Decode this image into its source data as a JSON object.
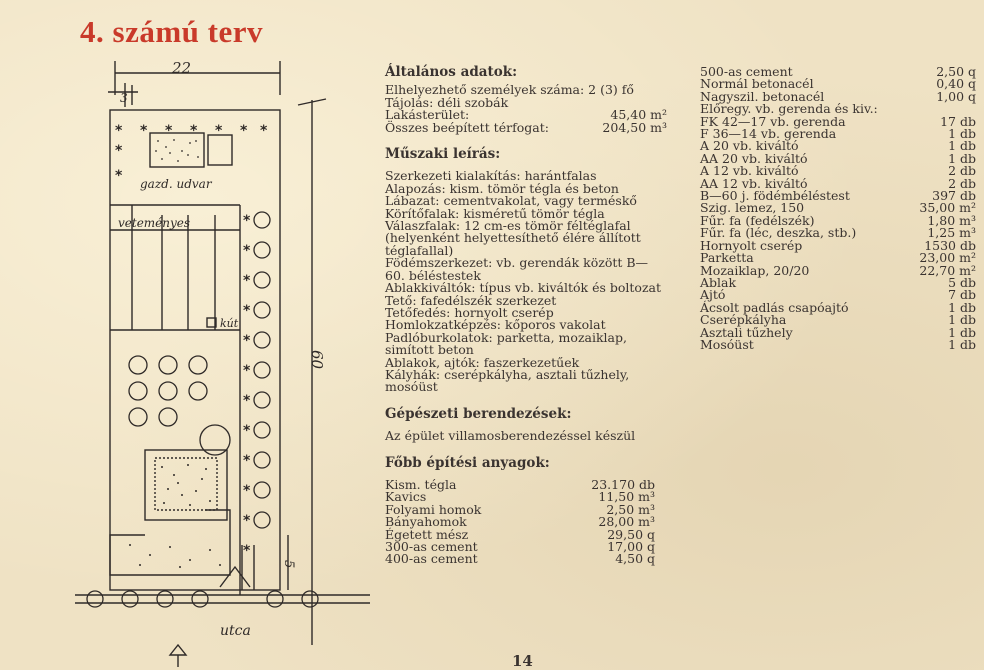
{
  "title": "4. számú terv",
  "page_number": "14",
  "plan": {
    "dim_width": "22",
    "dim_setback": "3",
    "dim_length": "60",
    "dim_front": "5",
    "label_farm_yard": "gazd. udvar",
    "label_vegetables": "veteményes",
    "label_well": "kút",
    "label_street": "utca"
  },
  "general": {
    "heading": "Általános adatok:",
    "capacity": "Elhelyezhető személyek száma: 2 (3) fő",
    "orientation": "Tájolás: déli szobák",
    "area_label": "Lakásterület:",
    "area_value": "45,40 m²",
    "volume_label": "Összes beépített térfogat:",
    "volume_value": "204,50 m³"
  },
  "technical": {
    "heading": "Műszaki leírás:",
    "items": [
      "Szerkezeti kialakítás: harántfalas",
      "Alapozás: kism. tömör tégla és beton",
      "Lábazat: cementvakolat, vagy terméskő",
      "Körítőfalak: kisméretű tömör tégla",
      "Válaszfalak: 12 cm-es tömör féltéglafal (helyenként helyettesíthető élére állított téglafallal)",
      "Födémszerkezet: vb. gerendák között B—60. béléstestek",
      "Ablakkiváltók: típus vb. kiváltók és boltozat",
      "Tető: fafedélszék szerkezet",
      "Tetőfedés: hornyolt cserép",
      "Homlokzatképzés: kőporos vakolat",
      "Padlóburkolatok: parketta, mozaiklap, simított beton",
      "Ablakok, ajtók: faszerkezetűek",
      "Kályhák: cserépkályha, asztali tűzhely, mosóüst"
    ]
  },
  "mechanical": {
    "heading": "Gépészeti berendezések:",
    "text": "Az épület villamosberendezéssel készül"
  },
  "materials": {
    "heading": "Főbb építési anyagok:",
    "items": [
      {
        "name": "Kism. tégla",
        "qty": "23.170 db"
      },
      {
        "name": "Kavics",
        "qty": "11,50 m³"
      },
      {
        "name": "Folyami homok",
        "qty": "2,50 m³"
      },
      {
        "name": "Bányahomok",
        "qty": "28,00 m³"
      },
      {
        "name": "Égetett mész",
        "qty": "29,50 q"
      },
      {
        "name": "300-as cement",
        "qty": "17,00 q"
      },
      {
        "name": "400-as cement",
        "qty": "4,50 q"
      }
    ]
  },
  "materials_cont": {
    "items": [
      {
        "name": "500-as cement",
        "qty": "2,50 q"
      },
      {
        "name": "Normál betonacél",
        "qty": "0,40 q"
      },
      {
        "name": "Nagyszil. betonacél",
        "qty": "1,00 q"
      },
      {
        "name": "Előregy. vb. gerenda és kiv.:",
        "qty": ""
      },
      {
        "name": "FK 42—17 vb. gerenda",
        "qty": "17 db"
      },
      {
        "name": "F 36—14 vb. gerenda",
        "qty": "1 db"
      },
      {
        "name": "A 20 vb. kiváltó",
        "qty": "1 db"
      },
      {
        "name": "AA 20 vb. kiváltó",
        "qty": "1 db"
      },
      {
        "name": "A 12 vb. kiváltó",
        "qty": "2 db"
      },
      {
        "name": "AA 12 vb. kiváltó",
        "qty": "2 db"
      },
      {
        "name": "B—60 j. födémbéléstest",
        "qty": "397 db"
      },
      {
        "name": "Szig. lemez, 150",
        "qty": "35,00 m²"
      },
      {
        "name": "Fűr. fa (fedélszék)",
        "qty": "1,80 m³"
      },
      {
        "name": "Fűr. fa (léc, deszka, stb.)",
        "qty": "1,25 m³"
      },
      {
        "name": "Hornyolt cserép",
        "qty": "1530 db"
      },
      {
        "name": "Parketta",
        "qty": "23,00 m²"
      },
      {
        "name": "Mozaiklap, 20/20",
        "qty": "22,70 m²"
      },
      {
        "name": "Ablak",
        "qty": "5 db"
      },
      {
        "name": "Ajtó",
        "qty": "7 db"
      },
      {
        "name": "Ácsolt padlás csapóajtó",
        "qty": "1 db"
      },
      {
        "name": "Cserépkályha",
        "qty": "1 db"
      },
      {
        "name": "Asztali tűzhely",
        "qty": "1 db"
      },
      {
        "name": "Mosóüst",
        "qty": "1 db"
      }
    ]
  },
  "colors": {
    "title_red": "#c93a2a",
    "ink": "#3a3330",
    "paper": "#efe2c4"
  }
}
